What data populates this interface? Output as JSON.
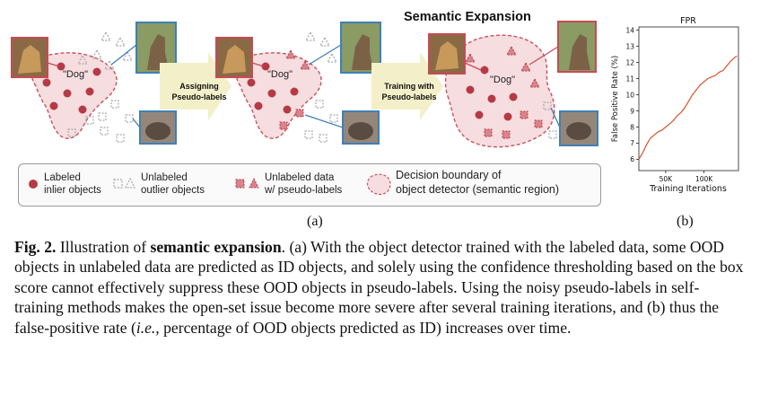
{
  "panel_a": {
    "title": "Semantic Expansion",
    "dog_label": "\"Dog\"",
    "arrow1_text": "Assigning\nPseudo-labels",
    "arrow2_text": "Training with\nPseudo-labels",
    "legend": {
      "item1": "Labeled\ninlier objects",
      "item2": "Unlabeled\noutlier objects",
      "item3": "Unlabeled data\nw/ pseudo-labels",
      "item4": "Decision boundary of\nobject detector (semantic region)"
    },
    "sublabel": "(a)",
    "colors": {
      "inlier": "#b53a45",
      "region_fill": "#f6dde0",
      "region_stroke": "#c9515b",
      "pseudo": "#d9838b",
      "outlier": "#a8a8a8",
      "arrow": "#f3f0c9",
      "frame_red": "#c84a55",
      "frame_blue": "#3f7fb8"
    }
  },
  "panel_b": {
    "chart_data": {
      "type": "line",
      "title": "FPR",
      "xlabel": "Training Iterations",
      "ylabel": "False Positive Rate (%)",
      "xticks": [
        "50K",
        "100K"
      ],
      "yticks": [
        "6",
        "7",
        "8",
        "9",
        "10",
        "11",
        "12",
        "13",
        "14"
      ],
      "xlim": [
        15000,
        145000
      ],
      "ylim": [
        5.3,
        14.2
      ],
      "color": "#d9532c",
      "x": [
        15000,
        20000,
        25000,
        30000,
        35000,
        40000,
        45000,
        50000,
        55000,
        60000,
        65000,
        70000,
        75000,
        80000,
        85000,
        90000,
        95000,
        100000,
        105000,
        110000,
        115000,
        120000,
        125000,
        130000,
        135000,
        140000,
        143000
      ],
      "y": [
        6.0,
        6.4,
        6.9,
        7.3,
        7.5,
        7.7,
        7.8,
        8.0,
        8.2,
        8.4,
        8.7,
        8.9,
        9.2,
        9.6,
        10.0,
        10.3,
        10.6,
        10.8,
        11.0,
        11.1,
        11.2,
        11.4,
        11.5,
        11.8,
        12.1,
        12.3,
        12.4
      ]
    },
    "sublabel": "(b)"
  },
  "caption": {
    "fig_label": "Fig. 2.",
    "part1": " Illustration of ",
    "bold_term": "semantic expansion",
    "part2": ". (a) With the object detector trained with the labeled data, some OOD objects in unlabeled data are predicted as ID objects, and solely using the confidence thresholding based on the box score cannot effectively suppress these OOD objects in pseudo-labels. Using the noisy pseudo-labels in self-training methods makes the open-set issue become more severe after several training iterations, and (b) thus the false-positive rate (",
    "italic_term": "i.e.,",
    "part3": " percentage of OOD objects predicted as ID) increases over time."
  }
}
